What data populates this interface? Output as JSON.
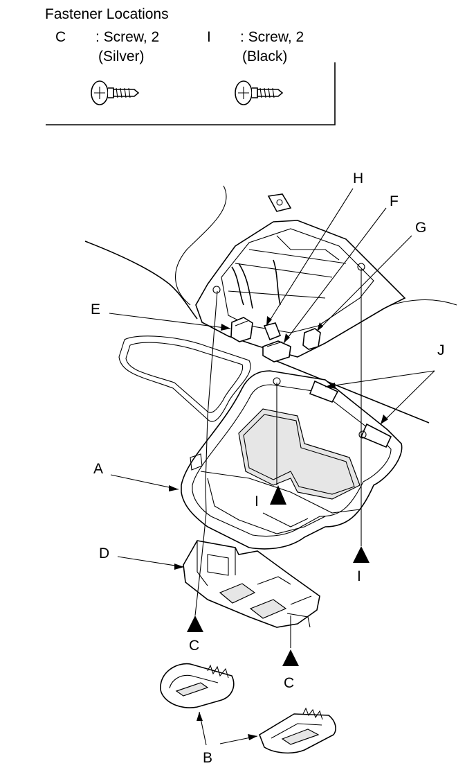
{
  "legend": {
    "title": "Fastener Locations",
    "fasteners": [
      {
        "code": "C",
        "description": ": Screw, 2",
        "finish": "(Silver)",
        "icon": "screw-icon"
      },
      {
        "code": "I",
        "description": ": Screw, 2",
        "finish": "(Black)",
        "icon": "screw-icon"
      }
    ]
  },
  "callouts": {
    "A": "A",
    "B": "B",
    "C_left": "C",
    "C_right": "C",
    "D": "D",
    "E": "E",
    "F": "F",
    "G": "G",
    "H": "H",
    "I_center": "I",
    "I_right": "I",
    "J": "J"
  },
  "icons": {
    "fastener_marker": "up-triangle-arrow-icon",
    "screw": "screw-icon"
  }
}
